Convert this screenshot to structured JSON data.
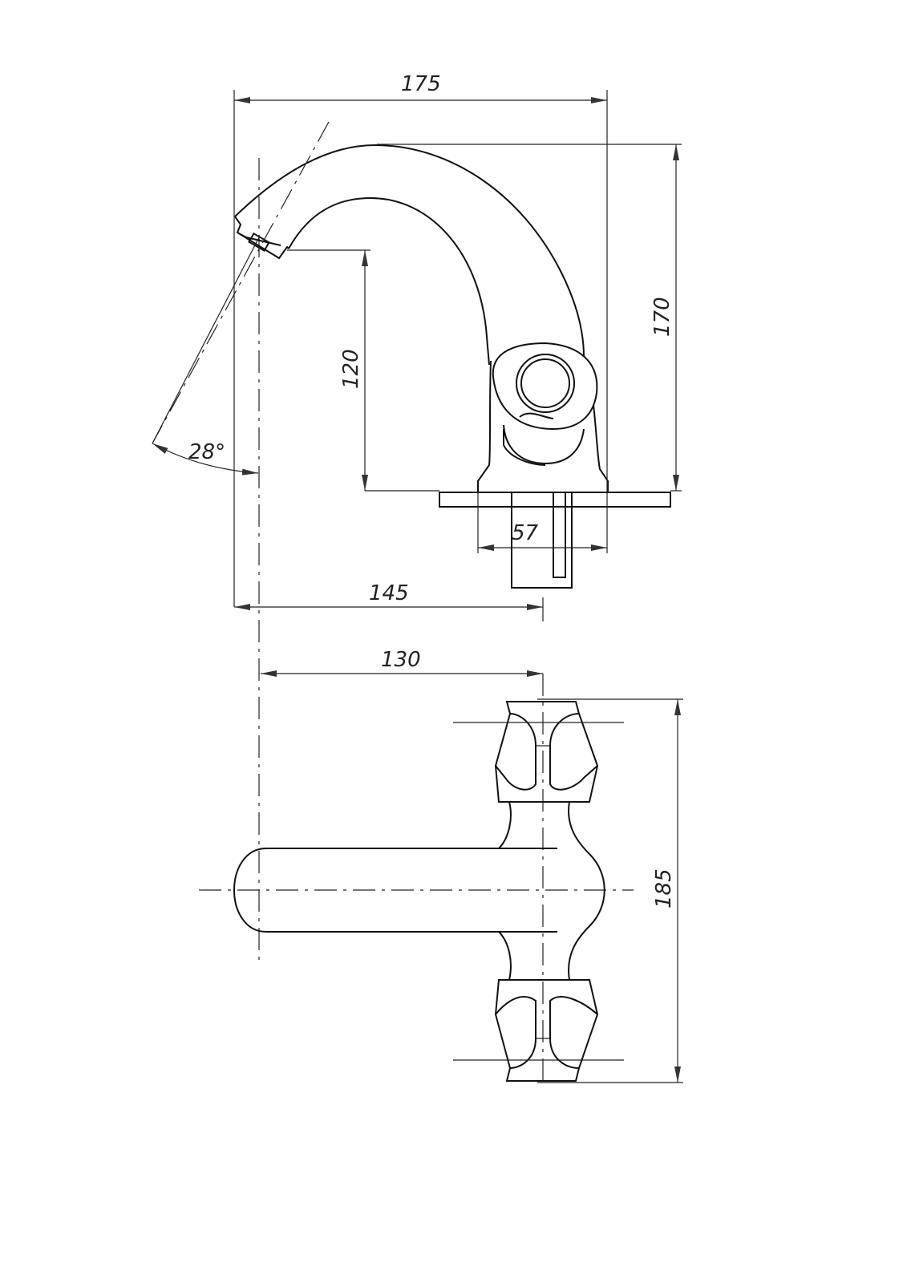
{
  "drawing": {
    "title": "Faucet dimensional drawing",
    "dimensions": {
      "overall_width": "175",
      "overall_height": "170",
      "spout_height": "120",
      "spout_angle": "28°",
      "base_width": "57",
      "spout_reach": "145",
      "spout_reach_top_view": "130",
      "handle_span": "185"
    },
    "line_color": "#111111"
  }
}
